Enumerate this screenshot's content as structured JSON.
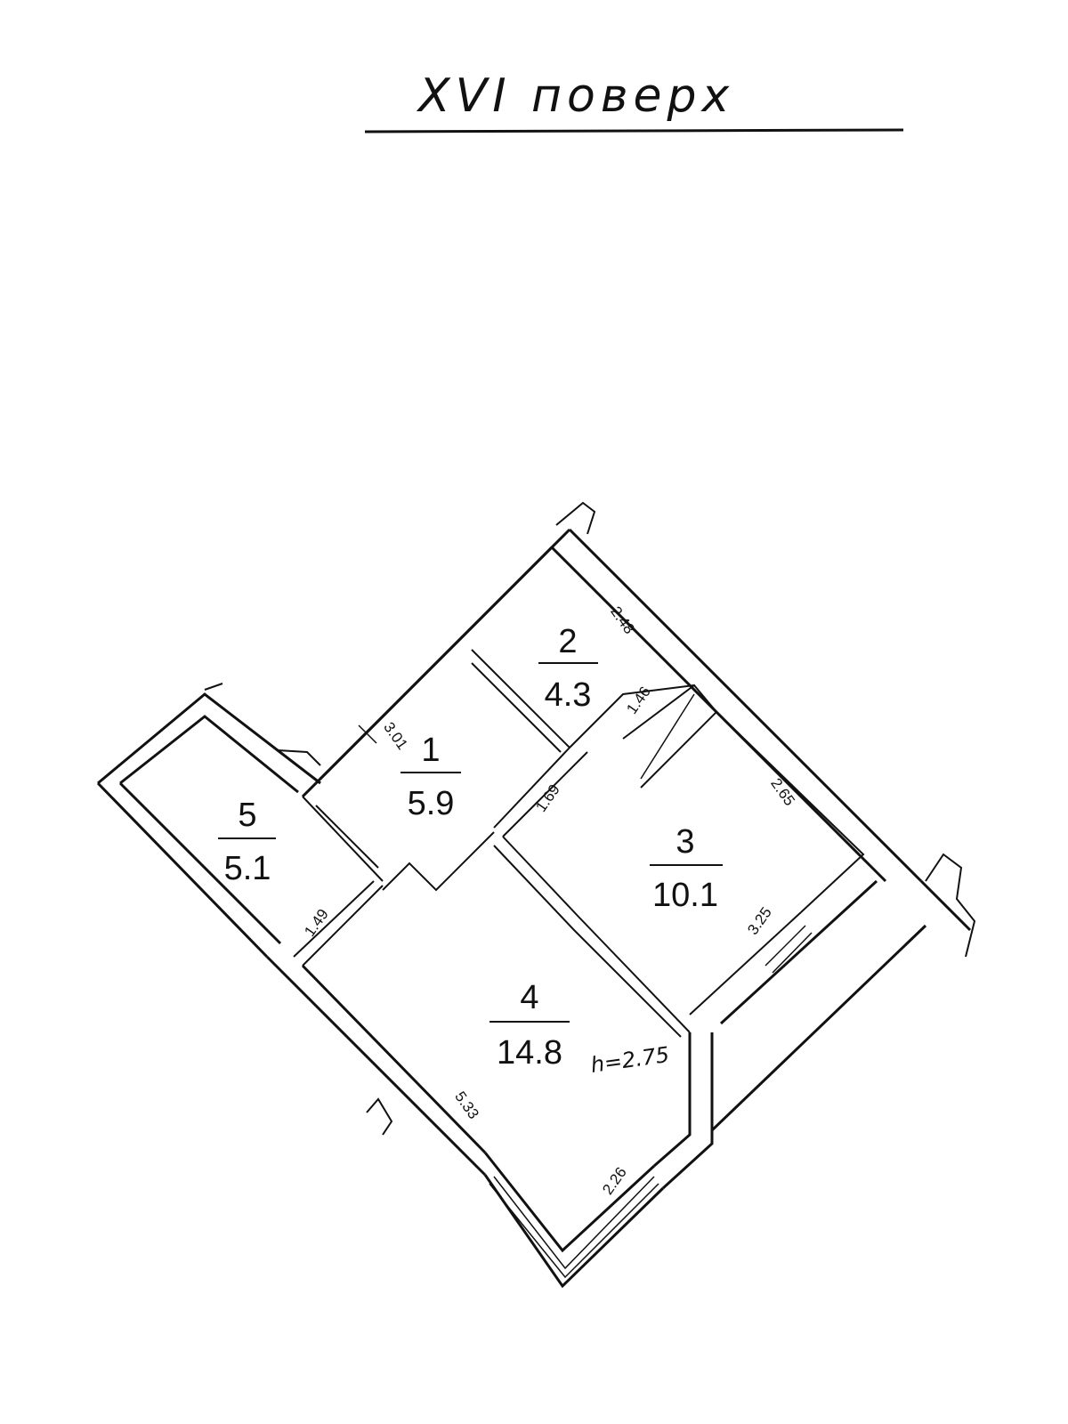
{
  "title": {
    "floor_label": "XVI поверх"
  },
  "rooms": [
    {
      "number": "1",
      "area": "5.9"
    },
    {
      "number": "2",
      "area": "4.3"
    },
    {
      "number": "3",
      "area": "10.1"
    },
    {
      "number": "4",
      "area": "14.8"
    },
    {
      "number": "5",
      "area": "5.1"
    }
  ],
  "dimensions": {
    "d1": "3.01",
    "d2": "2.48",
    "d3": "1.46",
    "d4": "1.69",
    "d5": "2.65",
    "d6": "1.49",
    "d7": "3.25",
    "d8": "5.33",
    "d9": "2.26"
  },
  "ceiling_height": "h=2.75"
}
